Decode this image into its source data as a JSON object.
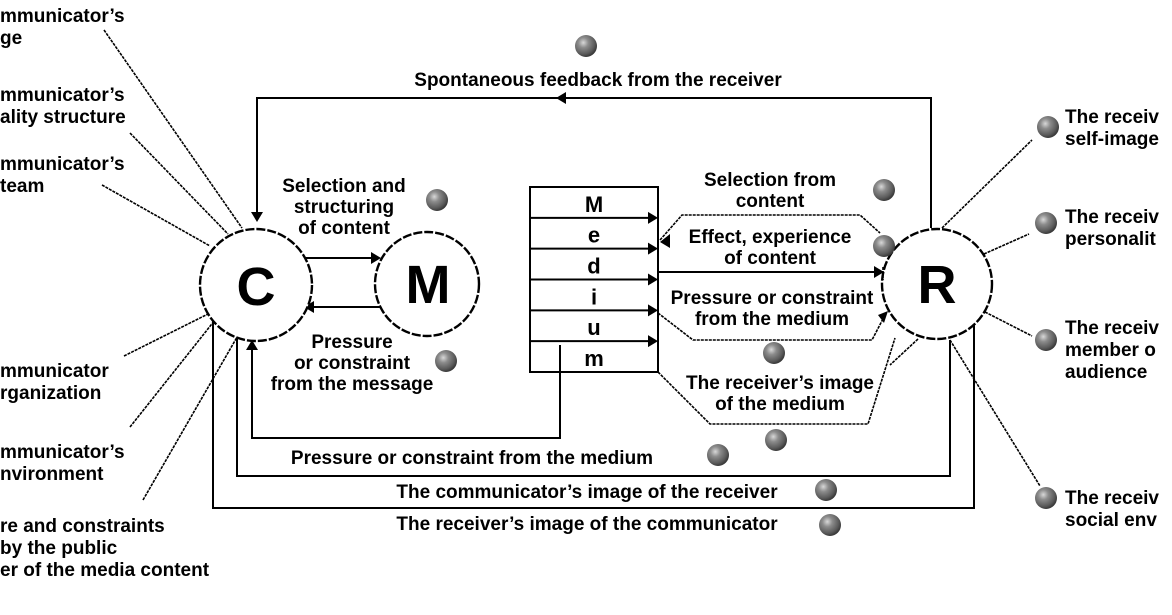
{
  "nodes": {
    "communicator": "C",
    "message": "M",
    "receiver": "R"
  },
  "medium_letters": [
    "M",
    "e",
    "d",
    "i",
    "u",
    "m"
  ],
  "left_labels": [
    {
      "lines": [
        "mmunicator’s",
        "ge"
      ]
    },
    {
      "lines": [
        "mmunicator’s",
        "ality structure"
      ]
    },
    {
      "lines": [
        "mmunicator’s",
        "team"
      ]
    },
    {
      "lines": [
        "mmunicator",
        "rganization"
      ]
    },
    {
      "lines": [
        "mmunicator’s",
        "nvironment"
      ]
    },
    {
      "lines": [
        "re and constraints",
        "by the public",
        "er of the media content"
      ]
    }
  ],
  "right_labels": [
    {
      "lines": [
        "The receiv",
        "self-image"
      ]
    },
    {
      "lines": [
        "The receiv",
        "personalit"
      ]
    },
    {
      "lines": [
        "The receiv",
        "member o",
        "audience"
      ]
    },
    {
      "lines": [
        "The receiv",
        "social env"
      ]
    }
  ],
  "flow_labels": {
    "feedback": "Spontaneous feedback from the receiver",
    "selection_structuring": [
      "Selection and",
      "structuring",
      "of content"
    ],
    "pressure_message": [
      "Pressure",
      "or constraint",
      "from the message"
    ],
    "selection_from_content": [
      "Selection from",
      "content"
    ],
    "effect_experience": [
      "Effect, experience",
      "of content"
    ],
    "pressure_medium_right": [
      "Pressure or constraint",
      "from the medium"
    ],
    "receiver_image_medium": [
      "The receiver’s image",
      "of the medium"
    ],
    "pressure_medium_bottom": "Pressure or constraint from the medium",
    "communicator_image_receiver": "The communicator’s image of the receiver",
    "receiver_image_communicator": "The receiver’s image of the communicator"
  },
  "icons": {
    "bullet": "sphere-bullet-icon",
    "bullet_color": "#7a7a7a"
  }
}
